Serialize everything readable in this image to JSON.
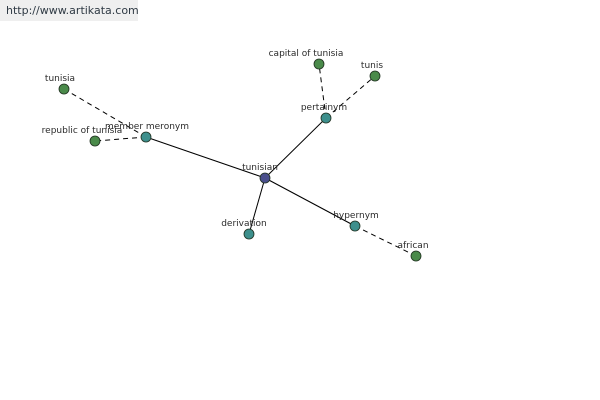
{
  "header": {
    "url": "http://www.artikata.com"
  },
  "colors": {
    "root": "#4a4f8c",
    "relation": "#3d8f8c",
    "term": "#4a8a4a",
    "node_outline": "#1f2f1f",
    "edge": "#000000"
  },
  "graph": {
    "root": "tunisian",
    "nodes": {
      "root": {
        "label": "tunisian",
        "kind": "root"
      },
      "member_meronym": {
        "label": "member meronym",
        "kind": "relation"
      },
      "pertainym": {
        "label": "pertainym",
        "kind": "relation"
      },
      "derivation": {
        "label": "derivation",
        "kind": "relation"
      },
      "hypernym": {
        "label": "hypernym",
        "kind": "relation"
      },
      "tunisia": {
        "label": "tunisia",
        "kind": "term"
      },
      "republic_of_tunisia": {
        "label": "republic of tunisia",
        "kind": "term"
      },
      "capital_of_tunisia": {
        "label": "capital of tunisia",
        "kind": "term"
      },
      "tunis": {
        "label": "tunis",
        "kind": "term"
      },
      "african": {
        "label": "african",
        "kind": "term"
      }
    },
    "edges": [
      {
        "from": "root",
        "to": "member_meronym",
        "style": "solid"
      },
      {
        "from": "root",
        "to": "pertainym",
        "style": "solid"
      },
      {
        "from": "root",
        "to": "derivation",
        "style": "solid"
      },
      {
        "from": "root",
        "to": "hypernym",
        "style": "solid"
      },
      {
        "from": "member_meronym",
        "to": "tunisia",
        "style": "dashed"
      },
      {
        "from": "member_meronym",
        "to": "republic_of_tunisia",
        "style": "dashed"
      },
      {
        "from": "pertainym",
        "to": "capital_of_tunisia",
        "style": "dashed"
      },
      {
        "from": "pertainym",
        "to": "tunis",
        "style": "dashed"
      },
      {
        "from": "hypernym",
        "to": "african",
        "style": "dashed"
      }
    ]
  }
}
